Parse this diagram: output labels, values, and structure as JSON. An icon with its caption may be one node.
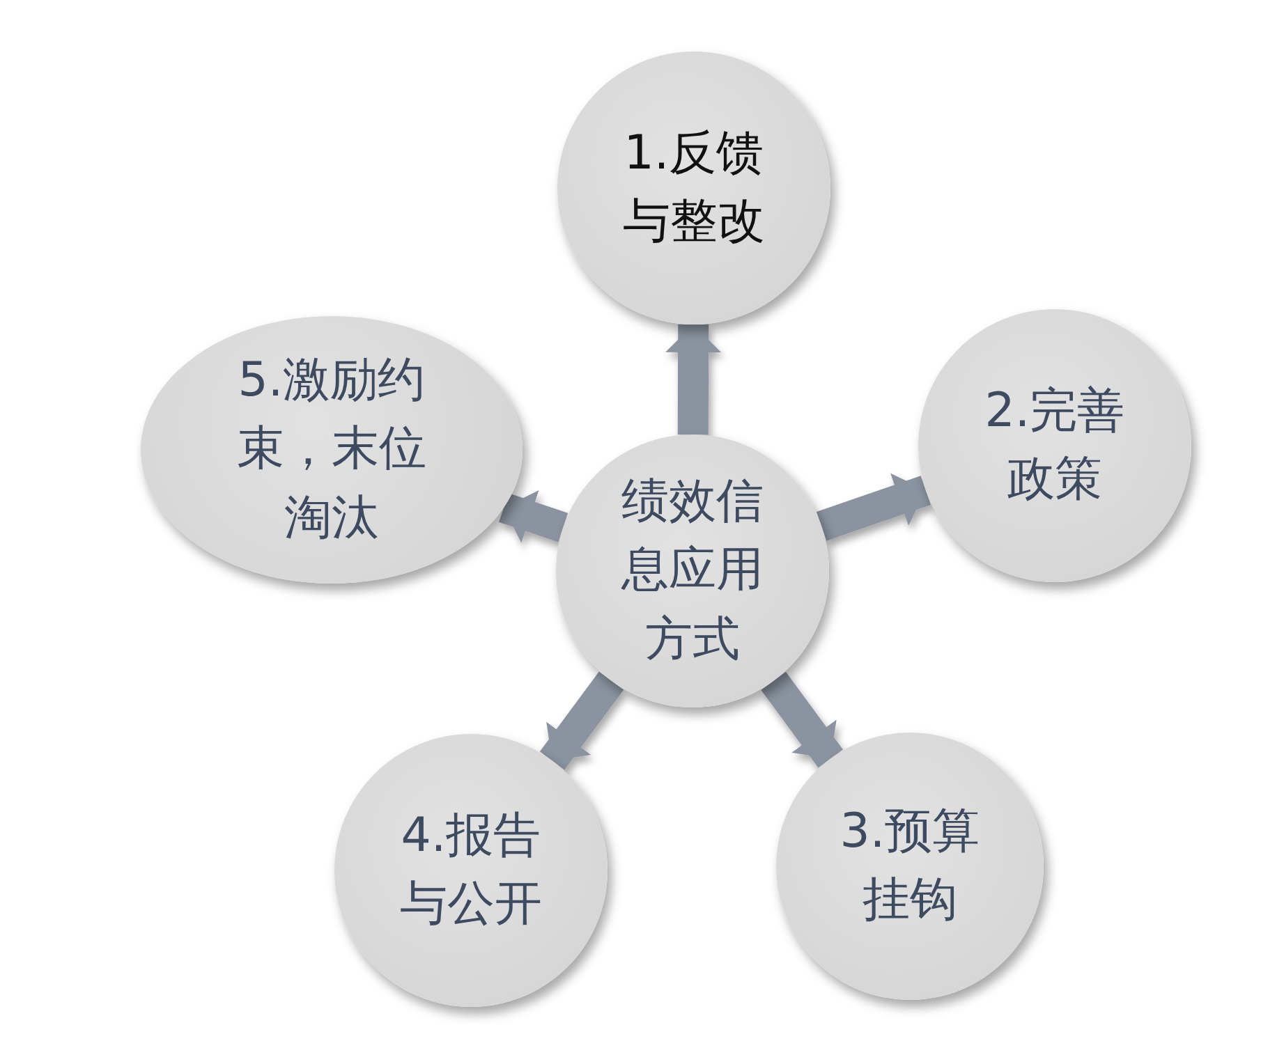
{
  "diagram": {
    "nodes": [
      {
        "text": [
          "绩效信息应用方式"
        ]
      },
      {
        "text": [
          "1.反馈与整改"
        ]
      },
      {
        "text": [
          "2.完善政策"
        ]
      },
      {
        "text": [
          "3.预算挂钩"
        ]
      },
      {
        "text": [
          "4.报告与公开"
        ]
      },
      {
        "text": [
          "5.激励约束，末位淘汰"
        ]
      }
    ],
    "edges": [
      {
        "from": 0,
        "to": 1,
        "arrow": "to"
      },
      {
        "from": 0,
        "to": 2,
        "arrow": "to"
      },
      {
        "from": 0,
        "to": 3,
        "arrow": "to"
      },
      {
        "from": 0,
        "to": 4,
        "arrow": "to"
      },
      {
        "from": 0,
        "to": 5,
        "arrow": "to"
      }
    ]
  }
}
